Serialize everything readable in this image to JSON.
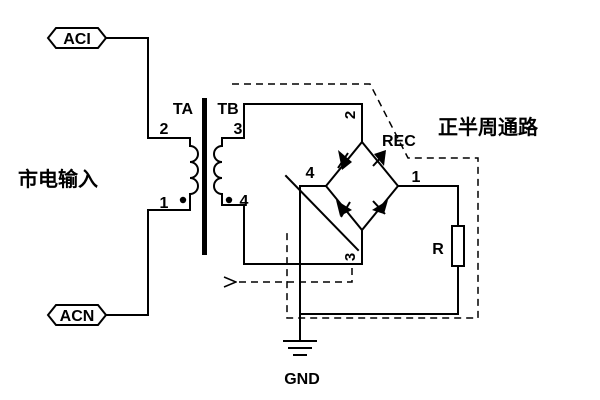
{
  "labels": {
    "aci": "ACI",
    "acn": "ACN",
    "ta": "TA",
    "tb": "TB",
    "ta_pin_top": "2",
    "ta_pin_bottom": "1",
    "tb_pin_top": "3",
    "tb_pin_bottom": "4",
    "mains_input": "市电输入",
    "rec": "REC",
    "rec_pin_top": "2",
    "rec_pin_left": "4",
    "rec_pin_right": "1",
    "rec_pin_bottom": "3",
    "path_caption": "正半周通路",
    "resistor": "R",
    "gnd": "GND"
  }
}
